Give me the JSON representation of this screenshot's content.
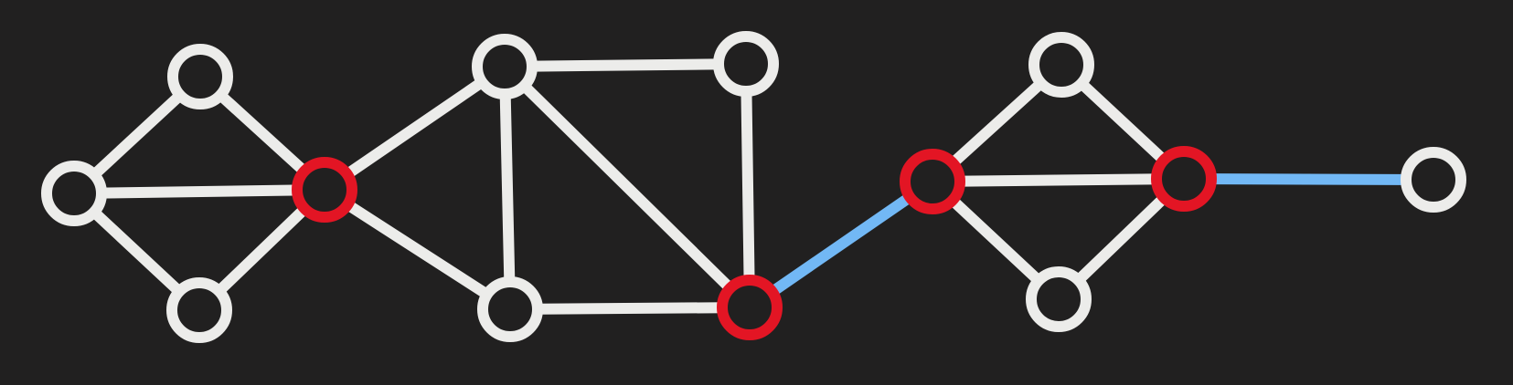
{
  "graph": {
    "background": "#212020",
    "colors": {
      "node_fill": "#212020",
      "node_stroke": "#ececea",
      "articulation_stroke": "#e31524",
      "edge": "#ececea",
      "bridge_edge": "#72b8f5"
    },
    "nodes": [
      {
        "id": "n0",
        "role": "regular"
      },
      {
        "id": "n1",
        "role": "regular"
      },
      {
        "id": "n2",
        "role": "regular"
      },
      {
        "id": "n3",
        "role": "articulation"
      },
      {
        "id": "n4",
        "role": "regular"
      },
      {
        "id": "n5",
        "role": "regular"
      },
      {
        "id": "n6",
        "role": "regular"
      },
      {
        "id": "n7",
        "role": "articulation"
      },
      {
        "id": "n8",
        "role": "articulation"
      },
      {
        "id": "n9",
        "role": "regular"
      },
      {
        "id": "n10",
        "role": "regular"
      },
      {
        "id": "n11",
        "role": "articulation"
      },
      {
        "id": "n12",
        "role": "regular"
      }
    ],
    "edges": [
      {
        "from": "n1",
        "to": "n0",
        "type": "normal"
      },
      {
        "from": "n1",
        "to": "n3",
        "type": "normal"
      },
      {
        "from": "n0",
        "to": "n3",
        "type": "normal"
      },
      {
        "from": "n0",
        "to": "n2",
        "type": "normal"
      },
      {
        "from": "n2",
        "to": "n3",
        "type": "normal"
      },
      {
        "from": "n3",
        "to": "n4",
        "type": "normal"
      },
      {
        "from": "n3",
        "to": "n6",
        "type": "normal"
      },
      {
        "from": "n4",
        "to": "n5",
        "type": "normal"
      },
      {
        "from": "n4",
        "to": "n6",
        "type": "normal"
      },
      {
        "from": "n4",
        "to": "n7",
        "type": "normal"
      },
      {
        "from": "n5",
        "to": "n7",
        "type": "normal"
      },
      {
        "from": "n6",
        "to": "n7",
        "type": "normal"
      },
      {
        "from": "n7",
        "to": "n8",
        "type": "bridge"
      },
      {
        "from": "n8",
        "to": "n9",
        "type": "normal"
      },
      {
        "from": "n8",
        "to": "n11",
        "type": "normal"
      },
      {
        "from": "n8",
        "to": "n10",
        "type": "normal"
      },
      {
        "from": "n9",
        "to": "n11",
        "type": "normal"
      },
      {
        "from": "n10",
        "to": "n11",
        "type": "normal"
      },
      {
        "from": "n11",
        "to": "n12",
        "type": "bridge"
      }
    ]
  }
}
